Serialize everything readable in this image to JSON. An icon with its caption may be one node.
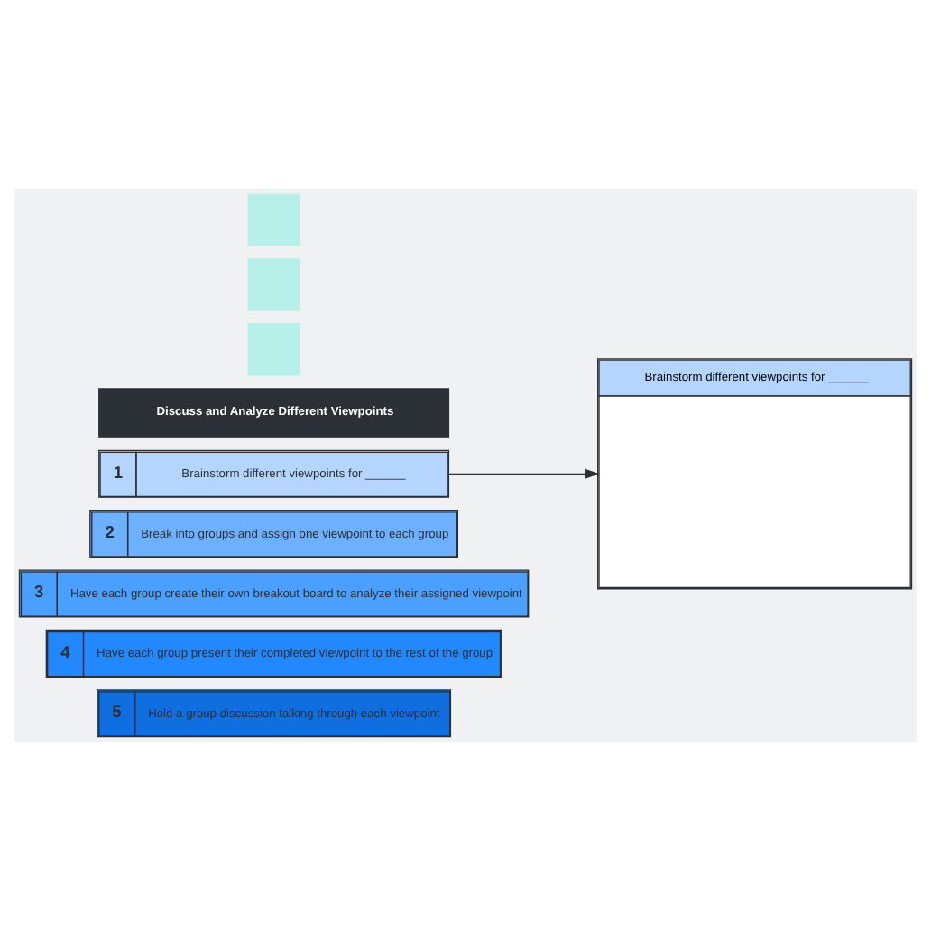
{
  "diagram": {
    "nodes": [
      {
        "text": [
          "Discuss and Analyze Different Viewpoints"
        ]
      },
      {
        "text": [
          "1",
          "Brainstorm different viewpoints for ______"
        ]
      },
      {
        "text": [
          "2",
          "Break into groups and assign one viewpoint to each group"
        ]
      },
      {
        "text": [
          "3",
          "Have each group create their own breakout board to analyze their assigned viewpoint"
        ]
      },
      {
        "text": [
          "4",
          "Have each group present their completed viewpoint to the rest of the group"
        ]
      },
      {
        "text": [
          "5",
          "Hold a group discussion talking through each viewpoint"
        ]
      },
      {
        "text": [
          "Brainstorm different viewpoints for ______"
        ]
      },
      {
        "text": [],
        "shape": "box"
      },
      {
        "text": [],
        "shape": "box"
      },
      {
        "text": [],
        "shape": "box"
      }
    ],
    "edges": [
      {
        "from": 1,
        "to": 6,
        "arrow": "to"
      }
    ]
  }
}
